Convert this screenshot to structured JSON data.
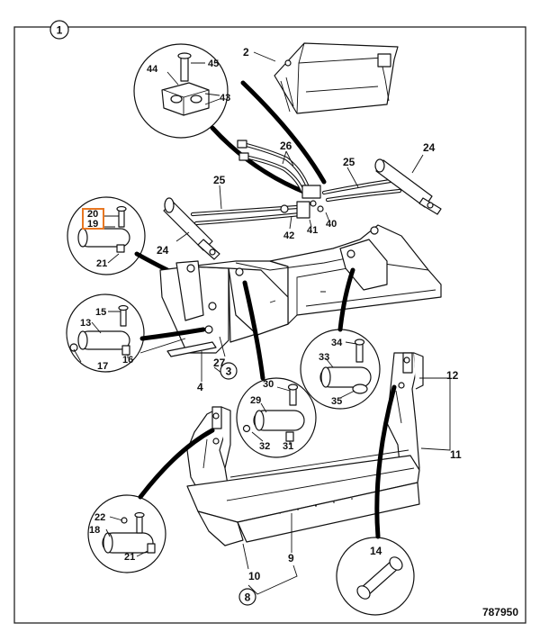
{
  "figure": {
    "number": "1",
    "drawing_ref": "787950",
    "highlight_label": "19",
    "callouts": {
      "c2": "2",
      "c3": "3",
      "c4": "4",
      "c8": "8",
      "c9": "9",
      "c10": "10",
      "c11": "11",
      "c12": "12",
      "c13": "13",
      "c14": "14",
      "c15": "15",
      "c16": "16",
      "c17": "17",
      "c18": "18",
      "c19": "19",
      "c20": "20",
      "c21a": "21",
      "c21b": "21",
      "c22": "22",
      "c24a": "24",
      "c24b": "24",
      "c25a": "25",
      "c25b": "25",
      "c26": "26",
      "c27": "27",
      "c29": "29",
      "c30": "30",
      "c31": "31",
      "c32": "32",
      "c33": "33",
      "c34": "34",
      "c35": "35",
      "c40": "40",
      "c41": "41",
      "c42": "42",
      "c43": "43",
      "c44": "44",
      "c45": "45"
    }
  }
}
